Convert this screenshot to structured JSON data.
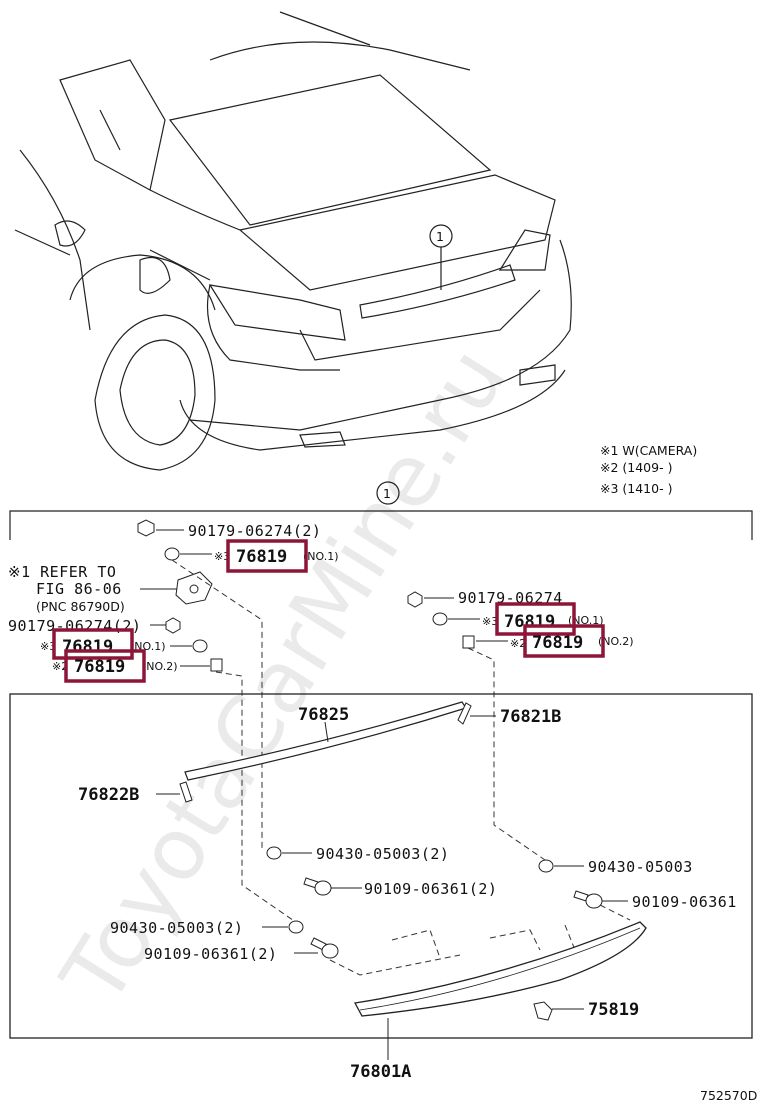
{
  "watermark": "ToyotaCarMine.ru",
  "notes": {
    "n1": "※1 W(CAMERA)",
    "n2": "※2 (1409-        )",
    "n3": "※3 (1410-        )"
  },
  "callout": "1",
  "refer": {
    "line1": "※1 REFER TO",
    "line2": "FIG 86-06",
    "line3": "(PNC 86790D)"
  },
  "parts": {
    "p_9017906274_2_top": "90179-06274(2)",
    "p_76819_top": "76819",
    "p_76819_top_sub": "(NO.1)",
    "p_76819_top_mark": "※3",
    "p_9017906274_right": "90179-06274",
    "p_76819_r1": "76819",
    "p_76819_r1_sub": "(NO.1)",
    "p_76819_r1_mark": "※3",
    "p_76819_r2": "76819",
    "p_76819_r2_sub": "(NO.2)",
    "p_76819_r2_mark": "※2",
    "p_9017906274_2_left": "90179-06274(2)",
    "p_76819_l1": "76819",
    "p_76819_l1_sub": "(NO.1)",
    "p_76819_l1_mark": "※3",
    "p_76819_l2": "76819",
    "p_76819_l2_sub": "(NO.2)",
    "p_76819_l2_mark": "※2",
    "p_76825": "76825",
    "p_76821B": "76821B",
    "p_76822B": "76822B",
    "p_9043005003_2_a": "90430-05003(2)",
    "p_9010906361_2_a": "90109-06361(2)",
    "p_9043005003_r": "90430-05003",
    "p_9010906361_r": "90109-06361",
    "p_9043005003_2_b": "90430-05003(2)",
    "p_9010906361_2_b": "90109-06361(2)",
    "p_75819": "75819",
    "p_76801A": "76801A",
    "fig_code": "752570D"
  },
  "colors": {
    "highlight": "#8e1538",
    "line": "#222222"
  }
}
